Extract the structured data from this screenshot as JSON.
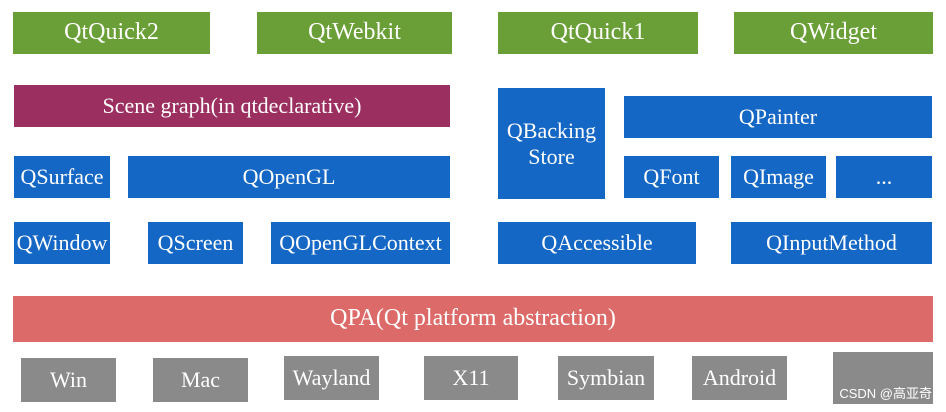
{
  "top_modules": [
    "QtQuick2",
    "QtWebkit",
    "QtQuick1",
    "QWidget"
  ],
  "scene_graph": "Scene graph(in qtdeclarative)",
  "left_blocks": {
    "surface": "QSurface",
    "opengl": "QOpenGL",
    "window": "QWindow",
    "screen": "QScreen",
    "opengl_context": "QOpenGLContext"
  },
  "right_blocks": {
    "backing_store": "QBacking Store",
    "painter": "QPainter",
    "font": "QFont",
    "image": "QImage",
    "more": "...",
    "accessible": "QAccessible",
    "input_method": "QInputMethod"
  },
  "qpa": "QPA(Qt platform abstraction)",
  "platforms": [
    "Win",
    "Mac",
    "Wayland",
    "X11",
    "Symbian",
    "Android"
  ],
  "watermark": "CSDN @高亚奇",
  "colors": {
    "green": "#6a9f37",
    "purple": "#9b2f5f",
    "blue": "#1567c5",
    "red": "#dc6a68",
    "gray": "#8a8a8a"
  }
}
